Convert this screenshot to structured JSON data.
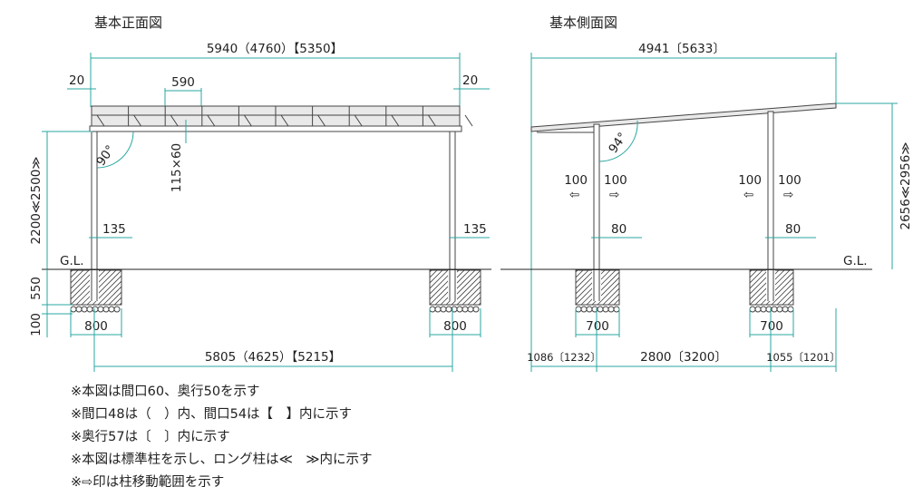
{
  "titles": {
    "front": "基本正面図",
    "side": "基本側面図"
  },
  "front": {
    "overall_width": "5940（4760）【5350】",
    "left_overhang": "20",
    "right_overhang": "20",
    "rafter_pitch": "590",
    "beam_height": "115×60",
    "angle": "90°",
    "height": "2200≪2500≫",
    "post_left": "135",
    "post_right": "135",
    "gl": "G.L.",
    "depth": "550",
    "base": "100",
    "footing_left": "800",
    "footing_right": "800",
    "post_span": "5805（4625）【5215】"
  },
  "side": {
    "overall_depth": "4941〔5633〕",
    "angle": "94°",
    "height": "2656≪2956≫",
    "move_l1": "100",
    "move_r1": "100",
    "move_l2": "100",
    "move_r2": "100",
    "post_1": "80",
    "post_2": "80",
    "gl": "G.L.",
    "footing_1": "700",
    "footing_2": "700",
    "front_overhang": "1086〔1232〕",
    "post_span": "2800〔3200〕",
    "rear_overhang": "1055〔1201〕"
  },
  "notes": [
    "※本図は間口60、奥行50を示す",
    "※間口48は（　）内、間口54は【　】内に示す",
    "※奥行57は〔　〕内に示す",
    "※本図は標準柱を示し、ロング柱は≪　≫内に示す",
    "※⇨印は柱移動範囲を示す"
  ]
}
